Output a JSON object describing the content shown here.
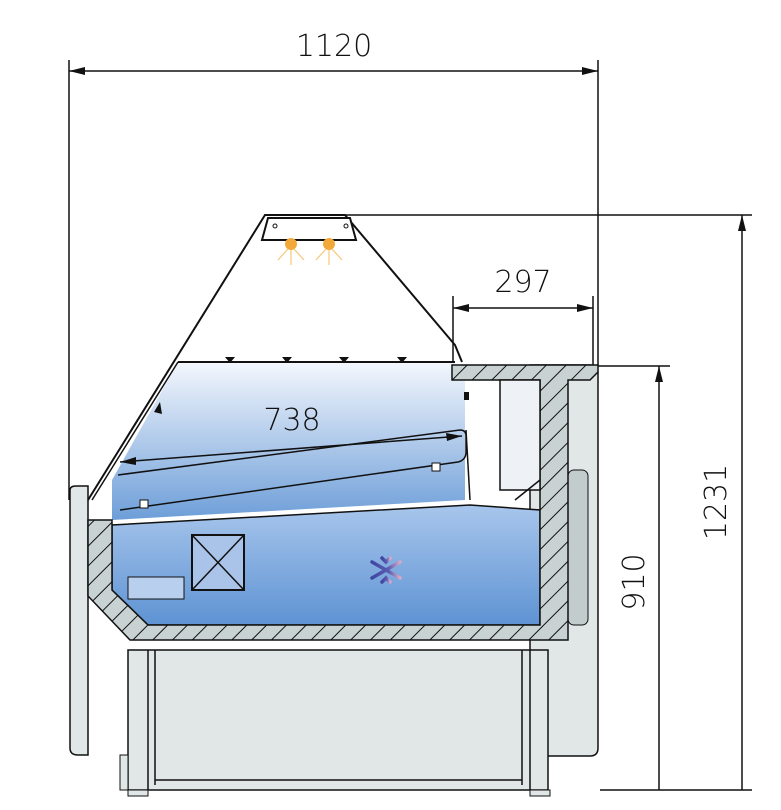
{
  "diagram": {
    "subject": "Refrigerated display counter cross-section",
    "dimensions": {
      "overall_width": "1120",
      "overall_height": "1231",
      "counter_height": "910",
      "display_depth": "738",
      "worktop_depth": "297"
    },
    "icons": {
      "lights": "lamp-icon",
      "cooling": "snowflake-icon"
    },
    "colors": {
      "line": "#111111",
      "cold_zone_top": "#f2f6fc",
      "cold_zone_bottom": "#6f9fd8",
      "insulation": "#c9d2d2",
      "panel": "#e1e6e6",
      "lamp": "#f2a93a",
      "snowflake": "#4a4fa8"
    }
  }
}
